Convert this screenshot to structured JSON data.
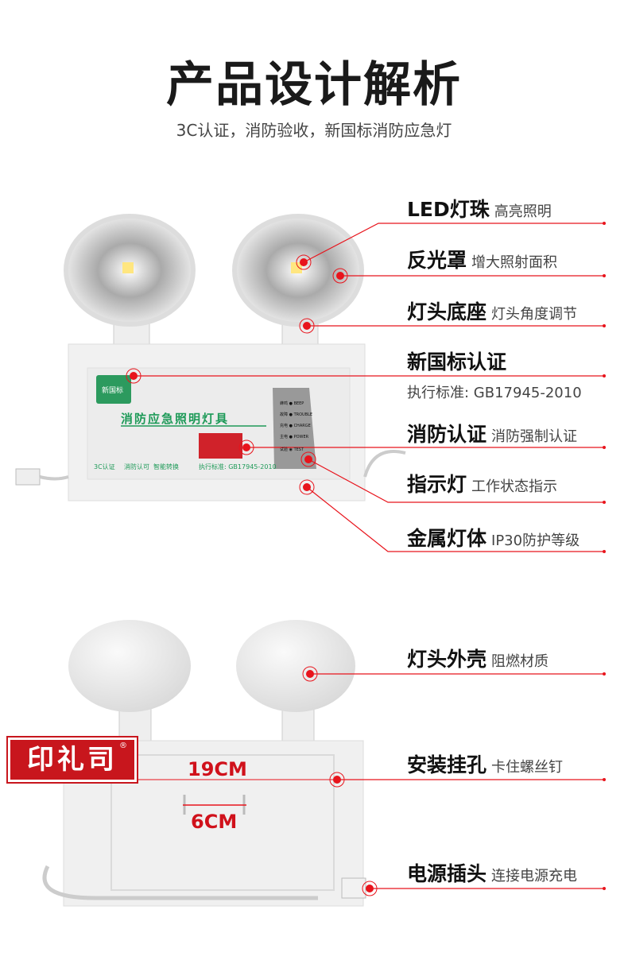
{
  "header": {
    "title": "产品设计解析",
    "subtitle": "3C认证，消防验收，新国标消防应急灯"
  },
  "callouts": [
    {
      "main": "LED灯珠",
      "sub": "高亮照明"
    },
    {
      "main": "反光罩",
      "sub": "增大照射面积"
    },
    {
      "main": "灯头底座",
      "sub": "灯头角度调节"
    },
    {
      "main": "新国标认证",
      "sub": "执行标准: GB17945-2010"
    },
    {
      "main": "消防认证",
      "sub": "消防强制认证"
    },
    {
      "main": "指示灯",
      "sub": "工作状态指示"
    },
    {
      "main": "金属灯体",
      "sub": "IP30防护等级"
    },
    {
      "main": "灯头外壳",
      "sub": "阻燃材质"
    },
    {
      "main": "安装挂孔",
      "sub": "卡住螺丝钉"
    },
    {
      "main": "电源插头",
      "sub": "连接电源充电"
    }
  ],
  "product": {
    "badge": "新国标",
    "name": "消防应急照明灯具",
    "certs": [
      "3C认证",
      "消防认可",
      "智能转换"
    ],
    "standard": "执行标准: GB17945-2010",
    "indicators": [
      {
        "cn": "蜂鸣",
        "en": "BEEP"
      },
      {
        "cn": "故障",
        "en": "TROUBLE"
      },
      {
        "cn": "充电",
        "en": "CHARGE"
      },
      {
        "cn": "主电",
        "en": "POWER"
      },
      {
        "cn": "试验",
        "en": "TEST"
      }
    ]
  },
  "dimensions": {
    "width": "19CM",
    "hole_spacing": "6CM"
  },
  "brand": {
    "logo": "印礼司",
    "mark": "®"
  },
  "colors": {
    "accent": "#e8141c",
    "green": "#1e9a58"
  }
}
